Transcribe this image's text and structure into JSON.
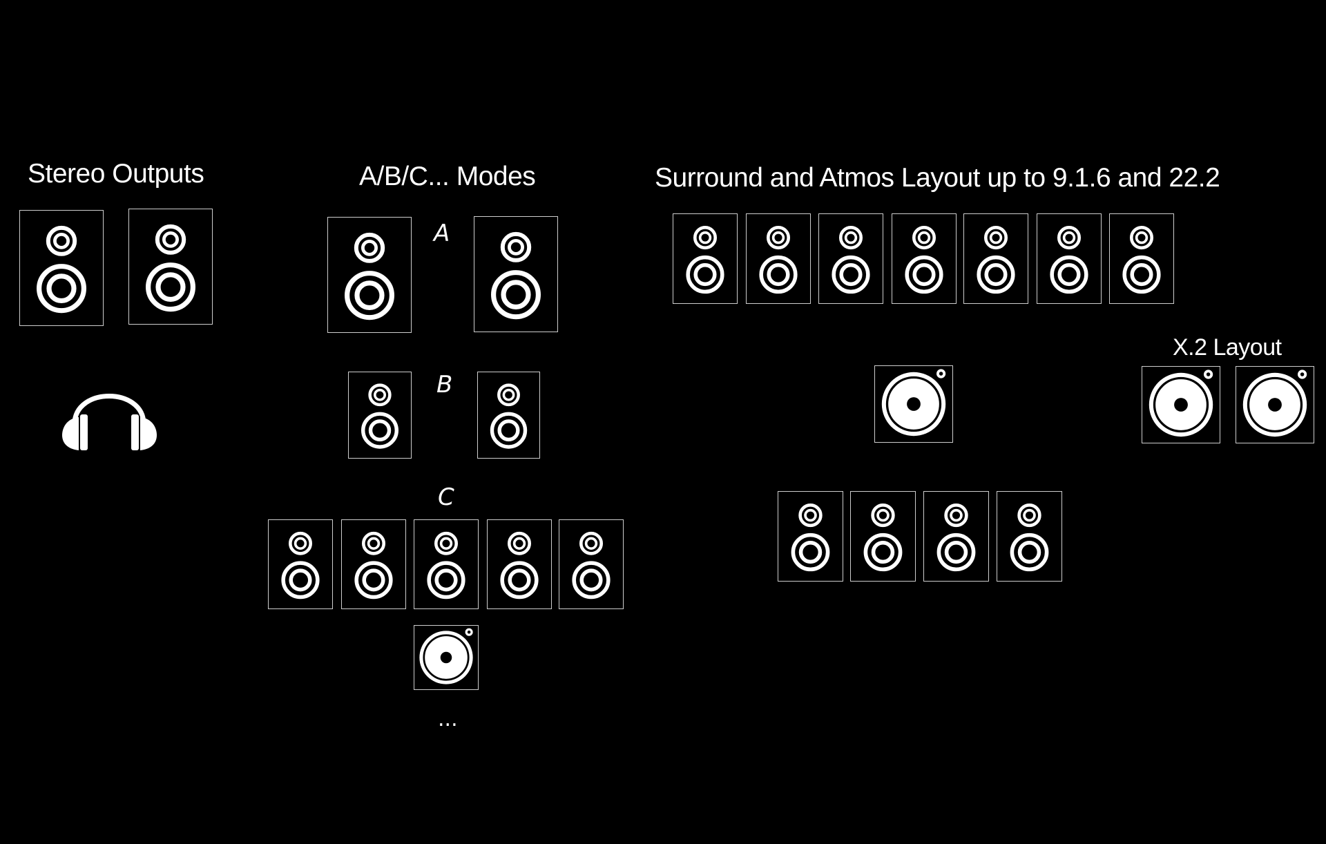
{
  "sections": {
    "stereo": {
      "title": "Stereo Outputs"
    },
    "modes": {
      "title": "A/B/C... Modes",
      "label_a": "A",
      "label_b": "B",
      "label_c": "C",
      "more": "..."
    },
    "surround": {
      "title": "Surround and Atmos Layout up to 9.1.6 and 22.2",
      "x2_title": "X.2 Layout"
    }
  },
  "icons": {
    "speaker": "speaker-icon",
    "subwoofer": "subwoofer-icon",
    "headphones": "headphones-icon"
  },
  "colors": {
    "background": "#000000",
    "foreground": "#ffffff",
    "outline": "#cfcfcf"
  }
}
